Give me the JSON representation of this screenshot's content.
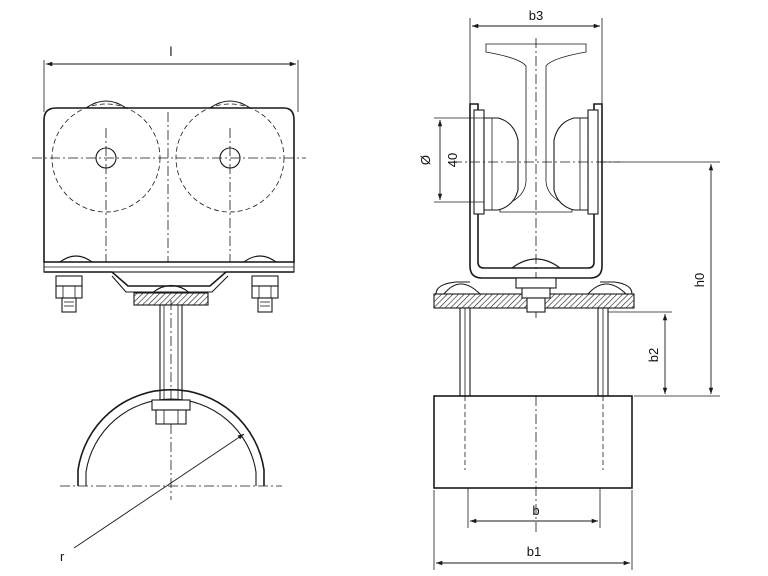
{
  "dimensions": {
    "l": "l",
    "b3": "b3",
    "diameter_symbol": "Ø",
    "diameter_value": "40",
    "h0": "h0",
    "b2": "b2",
    "b": "b",
    "b1": "b1",
    "r": "r"
  },
  "colors": {
    "line": "#1a1a1a",
    "background": "#ffffff"
  }
}
